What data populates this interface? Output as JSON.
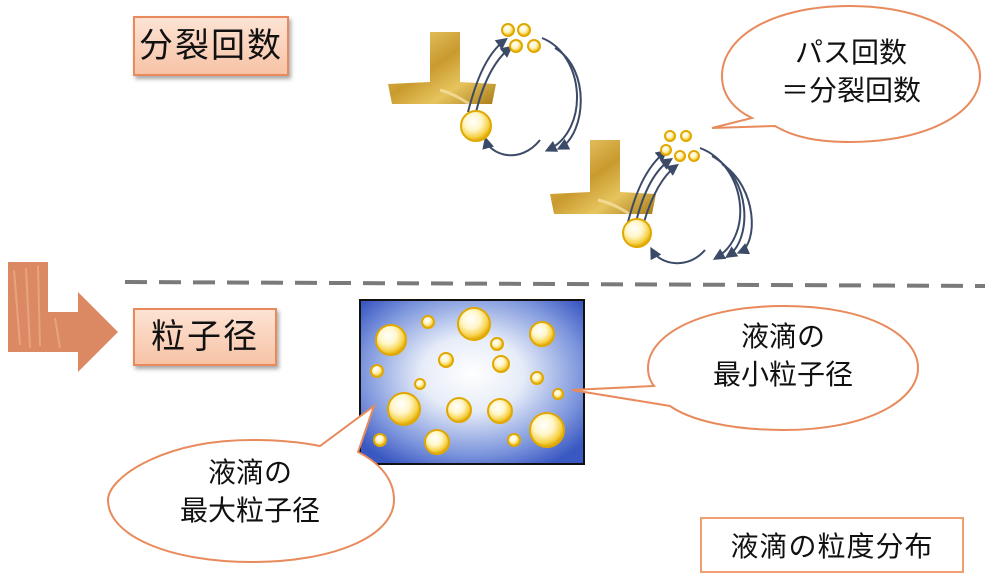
{
  "labels": {
    "split_count": "分裂回数",
    "particle_size": "粒子径"
  },
  "callouts": {
    "pass_line1": "パス回数",
    "pass_line2": "＝分裂回数",
    "min_line1": "液滴の",
    "min_line2": "最小粒子径",
    "max_line1": "液滴の",
    "max_line2": "最大粒子径"
  },
  "footer_label": "液滴の粒度分布",
  "colors": {
    "label_fill": "#f7c3a6",
    "label_border": "#e88a5c",
    "callout_border": "#e88a5c",
    "droplet": "#f5c518",
    "arrow": "#3b4a66",
    "box_blue": "#3c5fc0",
    "bent_arrow": "#d9835a"
  },
  "icons": {
    "bent_arrow": "bent-down-right-arrow-icon",
    "homogenizer": "homogenizer-valve-icon"
  }
}
